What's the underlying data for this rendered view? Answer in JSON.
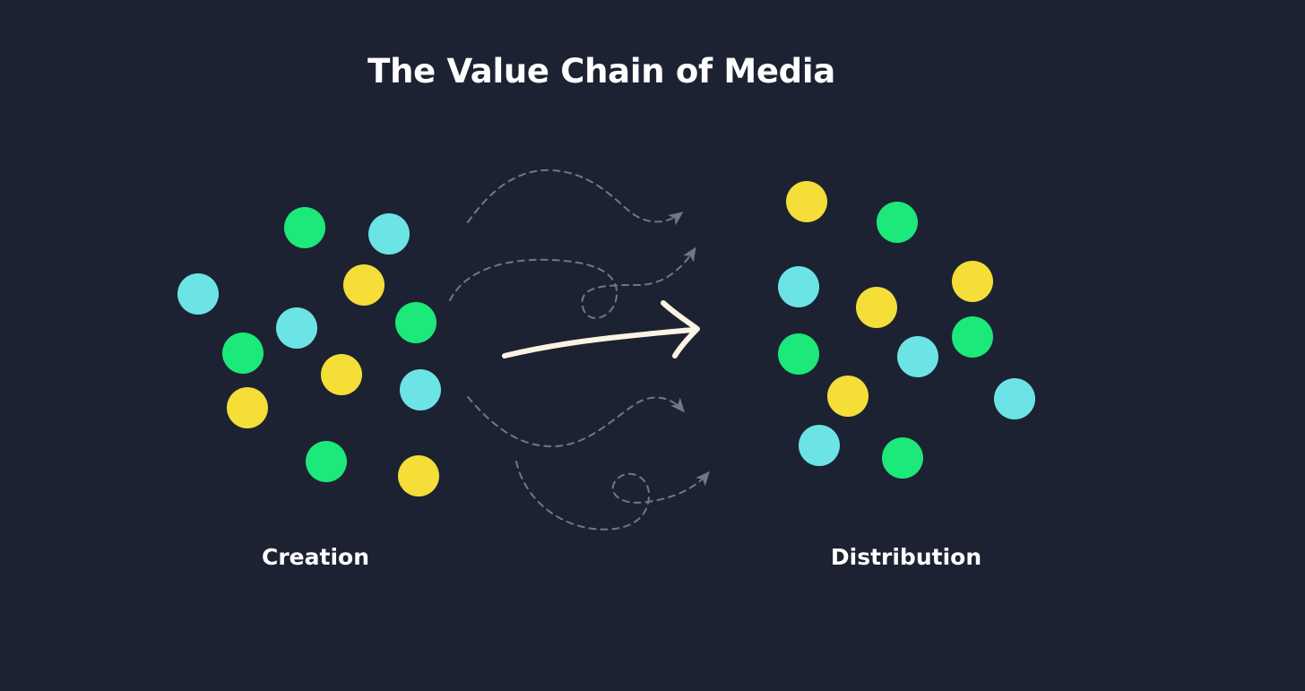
{
  "title": "The Value Chain of Media",
  "labels": {
    "creation": "Creation",
    "distribution": "Distribution"
  },
  "colors": {
    "background": "#1d2233",
    "green": "#1de87a",
    "cyan": "#6ce4e6",
    "yellow": "#f4de37",
    "arrow": "#fbf3e3",
    "dashed": "#75777e"
  },
  "creation_dots": [
    {
      "color": "green"
    },
    {
      "color": "cyan"
    },
    {
      "color": "cyan"
    },
    {
      "color": "yellow"
    },
    {
      "color": "cyan"
    },
    {
      "color": "green"
    },
    {
      "color": "green"
    },
    {
      "color": "yellow"
    },
    {
      "color": "yellow"
    },
    {
      "color": "cyan"
    },
    {
      "color": "green"
    },
    {
      "color": "yellow"
    }
  ],
  "distribution_dots": [
    {
      "color": "yellow"
    },
    {
      "color": "green"
    },
    {
      "color": "cyan"
    },
    {
      "color": "yellow"
    },
    {
      "color": "yellow"
    },
    {
      "color": "green"
    },
    {
      "color": "green"
    },
    {
      "color": "cyan"
    },
    {
      "color": "yellow"
    },
    {
      "color": "cyan"
    },
    {
      "color": "cyan"
    },
    {
      "color": "green"
    }
  ]
}
